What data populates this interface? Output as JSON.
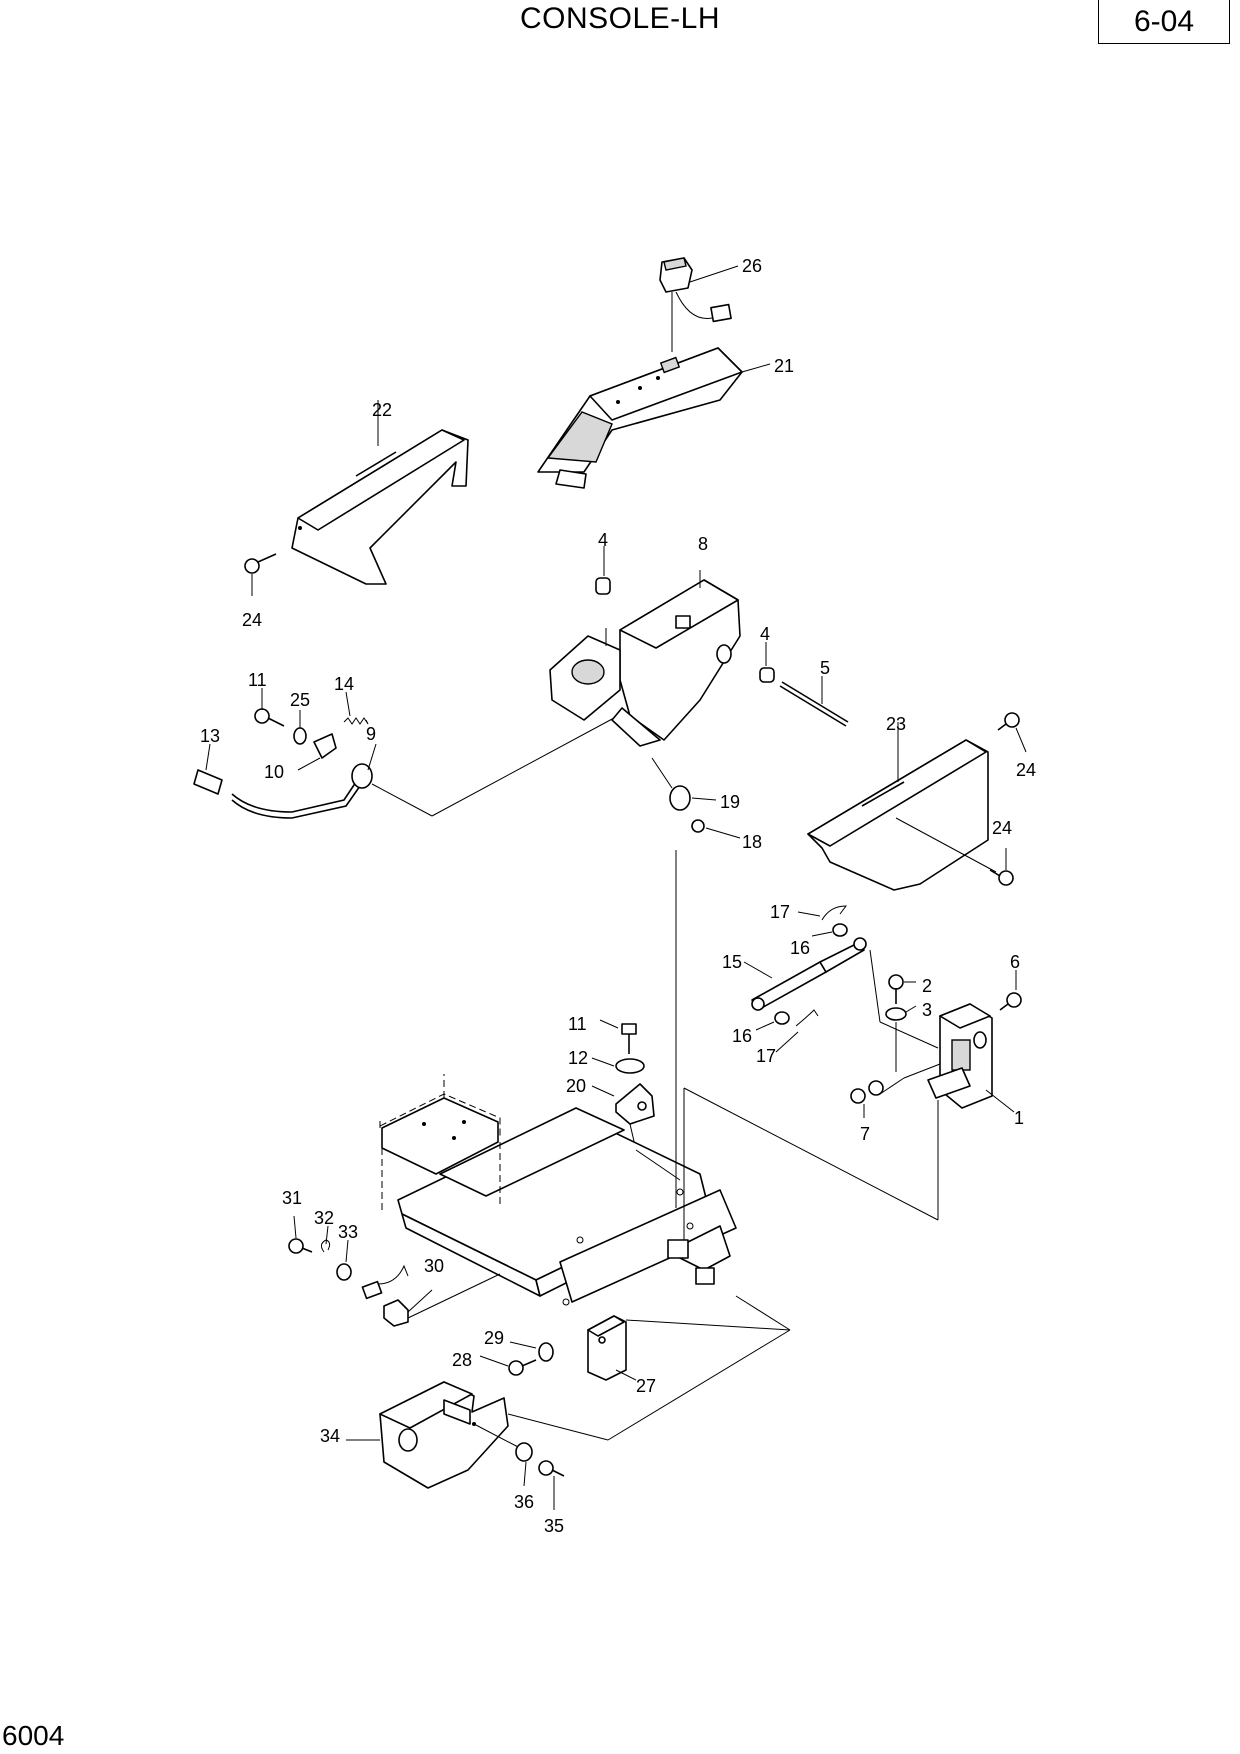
{
  "header": {
    "title": "CONSOLE-LH",
    "page_number": "6-04"
  },
  "footer": {
    "drawing_code": "6004"
  },
  "callouts": {
    "c1": "1",
    "c2": "2",
    "c3": "3",
    "c4a": "4",
    "c4b": "4",
    "c5": "5",
    "c6": "6",
    "c7": "7",
    "c8": "8",
    "c9": "9",
    "c10": "10",
    "c11a": "11",
    "c11b": "11",
    "c12": "12",
    "c13": "13",
    "c14": "14",
    "c15": "15",
    "c16a": "16",
    "c16b": "16",
    "c17a": "17",
    "c17b": "17",
    "c18": "18",
    "c19": "19",
    "c20": "20",
    "c21": "21",
    "c22": "22",
    "c23": "23",
    "c24a": "24",
    "c24b": "24",
    "c24c": "24",
    "c25": "25",
    "c26": "26",
    "c27": "27",
    "c28": "28",
    "c29": "29",
    "c30": "30",
    "c31": "31",
    "c32": "32",
    "c33": "33",
    "c34": "34",
    "c35": "35",
    "c36": "36"
  }
}
